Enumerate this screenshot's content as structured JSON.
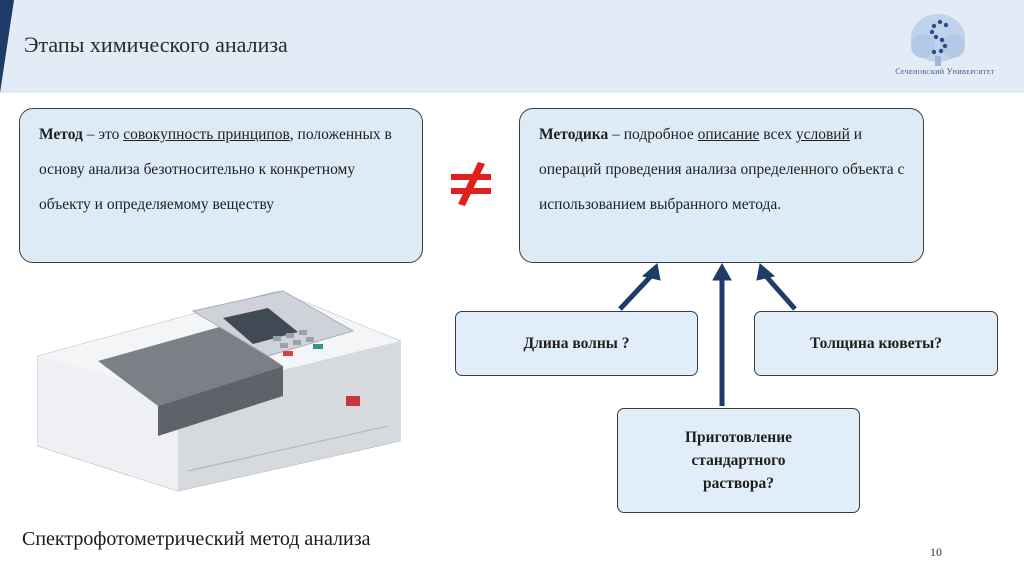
{
  "header": {
    "title": "Этапы химического анализа",
    "logo_caption": "Сеченовский Университет"
  },
  "method_box": {
    "term": "Метод",
    "dash": " – это ",
    "underlined": "совокупность принципов",
    "rest": ", положенных в основу анализа безотносительно к конкретному объекту и определяемому веществу"
  },
  "methodic_box": {
    "term": "Методика",
    "part1": " – подробное ",
    "underlined1": "описание",
    "part2": " всех ",
    "underlined2": "условий",
    "part3": " и операций проведения анализа определенного объекта с использованием выбранного метода."
  },
  "not_equal_symbol": "≠",
  "questions": {
    "wavelength": "Длина волны ?",
    "thickness": "Толщина кюветы?",
    "preparation": "Приготовление стандартного раствора?"
  },
  "caption": "Спектрофотометрический метод анализа",
  "page_number": "10",
  "colors": {
    "header_bg": "#e3ecf6",
    "accent": "#1f3b67",
    "box_bg": "#ddebf7",
    "arrow": "#1f3b67",
    "neq": "#e0201c"
  }
}
